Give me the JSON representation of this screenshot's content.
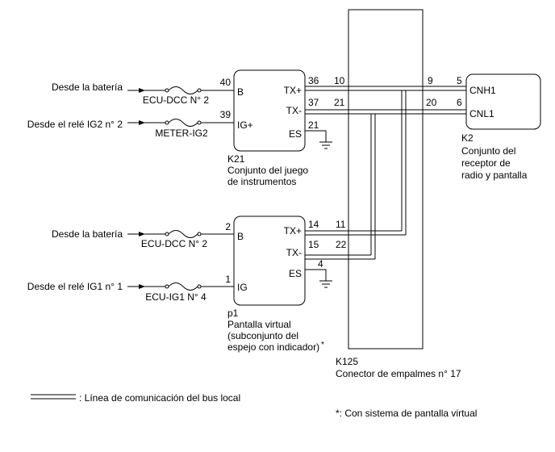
{
  "sources": {
    "battery_1": "Desde la batería",
    "ig2_relay": "Desde el relé IG2 n° 2",
    "battery_2": "Desde la batería",
    "ig1_relay": "Desde el relé IG1 n° 1"
  },
  "fuses": {
    "ecu_dcc_1": "ECU-DCC N° 2",
    "meter_ig2": "METER-IG2",
    "ecu_dcc_2": "ECU-DCC N° 2",
    "ecu_ig1": "ECU-IG1 N° 4"
  },
  "k21": {
    "id": "K21",
    "name_line1": "Conjunto del juego",
    "name_line2": "de instrumentos",
    "pins": {
      "b": "40",
      "ig": "39",
      "txp": "36",
      "txm": "37",
      "es": "21"
    },
    "terminals": {
      "b": "B",
      "ig": "IG+",
      "txp": "TX+",
      "txm": "TX-",
      "es": "ES"
    }
  },
  "p1": {
    "id": "p1",
    "name_line1": "Pantalla virtual",
    "name_line2": "(subconjunto del",
    "name_line3": "espejo con indicador)",
    "asterisk": "*",
    "pins": {
      "b": "2",
      "ig": "1",
      "txp": "14",
      "txm": "15",
      "es": "4"
    },
    "terminals": {
      "b": "B",
      "ig": "IG",
      "txp": "TX+",
      "txm": "TX-",
      "es": "ES"
    }
  },
  "k125": {
    "id": "K125",
    "name": "Conector de empalmes n° 17",
    "pins": {
      "k21_txp": "10",
      "k21_txm": "21",
      "p1_txp": "11",
      "p1_txm": "22",
      "k2_cnh": "9",
      "k2_cnl": "20"
    }
  },
  "k2": {
    "id": "K2",
    "name_line1": "Conjunto del",
    "name_line2": "receptor de",
    "name_line3": "radio y pantalla",
    "pins": {
      "cnh1": "5",
      "cnl1": "6"
    },
    "terminals": {
      "cnh1": "CNH1",
      "cnl1": "CNL1"
    }
  },
  "legend": {
    "bus_line": ": Línea de comunicación del bus local",
    "footnote": "*: Con sistema de pantalla virtual"
  }
}
